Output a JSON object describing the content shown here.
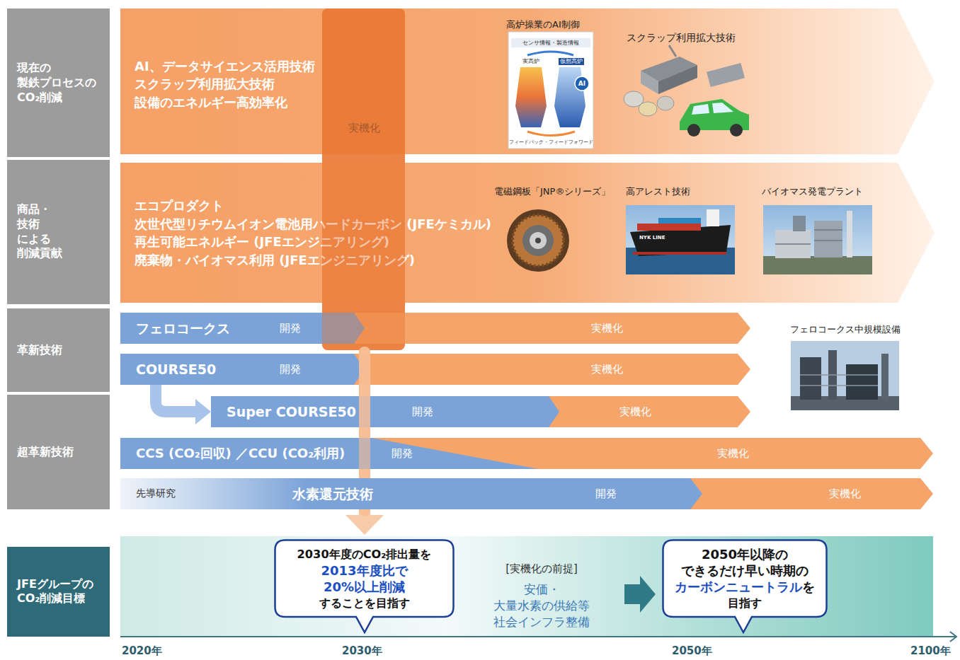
{
  "diagram": {
    "nodes": [
      {
        "text": [
          "現在の 製鉄プロセスの CO₂削減"
        ]
      },
      {
        "text": [
          "AI、データサイエンス活用技術",
          "スクラップ利用拡大技術",
          "設備のエネルギー高効率化",
          "実機化"
        ]
      },
      {
        "text": [
          "商品・技術 による 削減貢献"
        ]
      },
      {
        "text": [
          "エコプロダクト",
          "次世代型リチウムイオン電池用ハードカーボン (JFEケミカル)",
          "再生可能エネルギー (JFEエンジニアリング)",
          "廃棄物・バイオマス利用 (JFEエンジニアリング)"
        ]
      },
      {
        "text": [
          "革新技術"
        ]
      },
      {
        "text": [
          "フェロコークス",
          "開発",
          "実機化"
        ]
      },
      {
        "text": [
          "COURSE50",
          "開発",
          "実機化"
        ]
      },
      {
        "text": [
          "Super COURSE50",
          "開発",
          "実機化"
        ]
      },
      {
        "text": [
          "超革新技術"
        ]
      },
      {
        "text": [
          "CCS (CO₂回収) ／CCU (CO₂利用)",
          "開発",
          "実機化"
        ]
      },
      {
        "text": [
          "先導研究",
          "水素還元技術",
          "開発",
          "実機化"
        ]
      },
      {
        "text": [
          "JFEグループの CO₂削減目標"
        ]
      },
      {
        "text": [
          "[実機化の前提]",
          "安価・大量水素の供給等 社会インフラ整備"
        ]
      },
      {
        "text": [
          "2030年度のCO₂排出量を",
          "2013年度比で 20%以上削減",
          "することを目指す"
        ],
        "in": 12
      },
      {
        "text": [
          "2050年以降の できるだけ早い時期の",
          "カーボンニュートラル",
          "を",
          "目指す"
        ],
        "in": 12
      }
    ],
    "edges": [
      {
        "from": 6,
        "to": 7,
        "arrow": "to"
      }
    ],
    "labels": [
      "高炉操業のAI制御",
      "センサ情報・製造情報",
      "実高炉",
      "仮想高炉",
      "AI",
      "フィードバック・フィードフォワード",
      "スクラップ利用拡大技術",
      "電磁鋼板「JNP®シリーズ」",
      "高アレスト技術",
      "NYK LINE",
      "バイオマス発電プラント",
      "フェロコークス中規模設備",
      "2020年",
      "2030年",
      "2050年",
      "2100年"
    ]
  }
}
